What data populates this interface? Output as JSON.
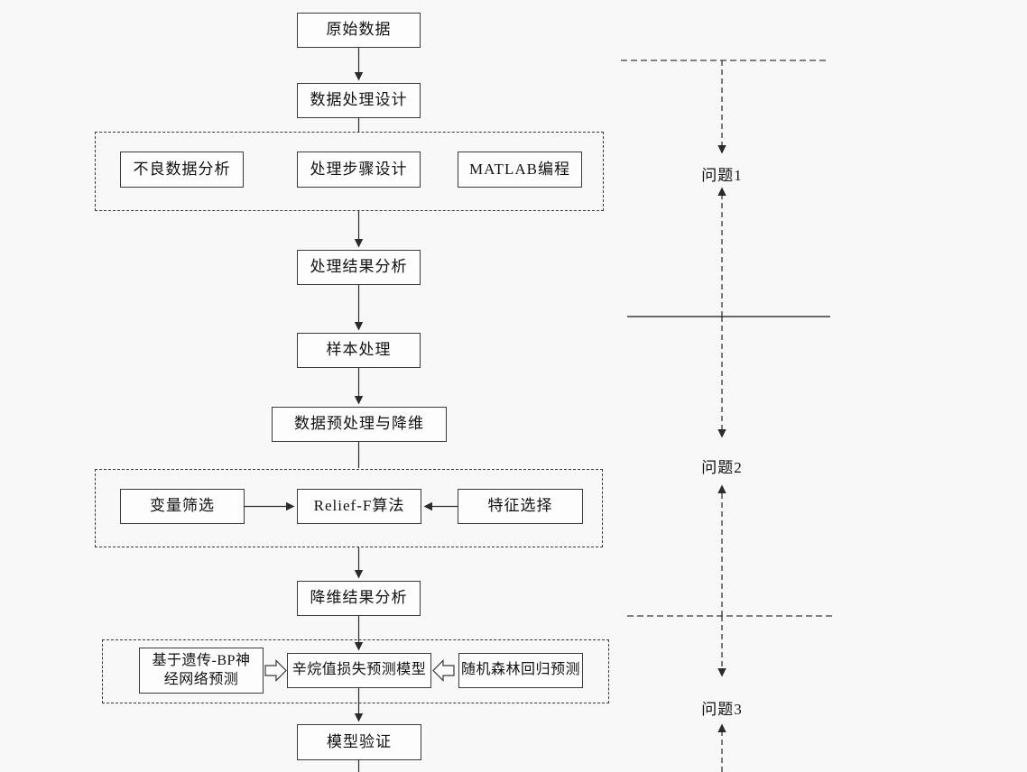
{
  "colors": {
    "background": "#f8f8f8",
    "box_fill": "#fdfdfd",
    "box_border": "#3a3a3a",
    "text": "#111111",
    "connector": "#2b2b2b",
    "solid_divider": "#555555"
  },
  "flow": {
    "boxes": [
      {
        "id": "raw-data",
        "label": "原始数据"
      },
      {
        "id": "data-processing-design",
        "label": "数据处理设计"
      },
      {
        "id": "bad-data-analysis",
        "label": "不良数据分析"
      },
      {
        "id": "processing-steps-design",
        "label": "处理步骤设计"
      },
      {
        "id": "matlab-programming",
        "label": "MATLAB编程"
      },
      {
        "id": "processing-result-analysis",
        "label": "处理结果分析"
      },
      {
        "id": "sample-processing",
        "label": "样本处理"
      },
      {
        "id": "data-preprocessing-dimension-reduction",
        "label": "数据预处理与降维"
      },
      {
        "id": "variable-screening",
        "label": "变量筛选"
      },
      {
        "id": "relief-f-algorithm",
        "label": "Relief-F算法"
      },
      {
        "id": "feature-selection",
        "label": "特征选择"
      },
      {
        "id": "dimension-reduction-result-analysis",
        "label": "降维结果分析"
      },
      {
        "id": "genetic-bp-neural-network-prediction",
        "label": "基于遗传-BP神经网络预测"
      },
      {
        "id": "octane-loss-prediction-model",
        "label": "辛烷值损失预测模型"
      },
      {
        "id": "random-forest-regression-prediction",
        "label": "随机森林回归预测"
      },
      {
        "id": "model-verification",
        "label": "模型验证"
      }
    ],
    "side_labels": [
      {
        "id": "problem-1",
        "label": "问题1"
      },
      {
        "id": "problem-2",
        "label": "问题2"
      },
      {
        "id": "problem-3",
        "label": "问题3"
      }
    ]
  }
}
